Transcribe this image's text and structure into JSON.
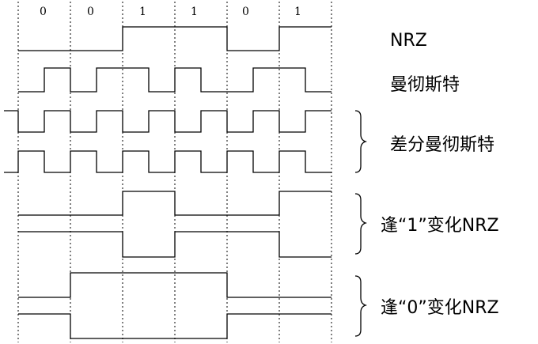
{
  "bits": [
    "0",
    "0",
    "1",
    "1",
    "0",
    "1"
  ],
  "labels": {
    "nrz": "NRZ",
    "manchester": "曼彻斯特",
    "diff_manchester": "差分曼彻斯特",
    "nrzi_one": "逢“1”变化NRZ",
    "nrzi_zero": "逢“0”变化NRZ"
  }
}
